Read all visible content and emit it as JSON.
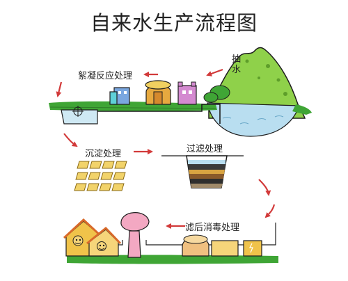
{
  "title": "自来水生产流程图",
  "steps": {
    "pump": "抽水",
    "flocculation": "絮凝反应处理",
    "sedimentation": "沉淀处理",
    "filtration": "过滤处理",
    "disinfection": "滤后消毒处理"
  },
  "colors": {
    "arrow": "#d23a3a",
    "grass": "#3fa535",
    "water": "#b9def0",
    "outline": "#1d1d1d"
  }
}
